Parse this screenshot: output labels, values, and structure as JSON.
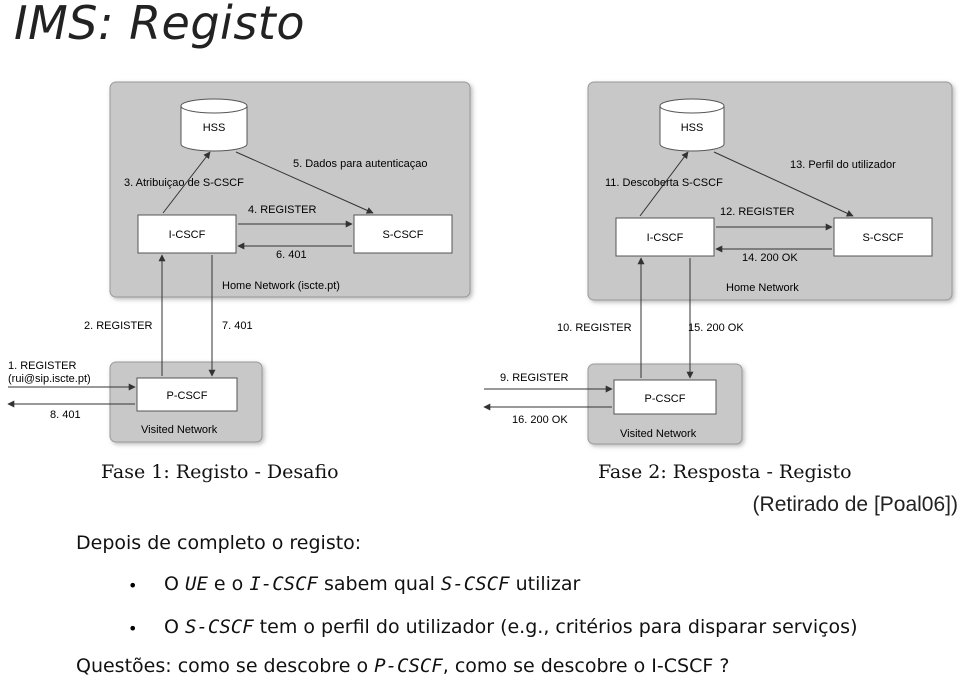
{
  "title": "IMS: Registo",
  "phase1": {
    "hss": "HSS",
    "icscf": "I-CSCF",
    "scscf": "S-CSCF",
    "pcscf": "P-CSCF",
    "home_network": "Home Network (iscte.pt)",
    "visited_network": "Visited Network",
    "msg_register_ue": "1. REGISTER",
    "msg_ue_address": "(rui@sip.iscte.pt)",
    "msg_register_p": "2. REGISTER",
    "msg_assign_scscf": "3. Atribuiçao de S-CSCF",
    "msg_register_i": "4. REGISTER",
    "msg_auth_data": "5. Dados para autenticaçao",
    "msg_401_s": "6. 401",
    "msg_401_i": "7. 401",
    "msg_401_p": "8. 401",
    "caption": "Fase 1: Registo - Desafio"
  },
  "phase2": {
    "hss": "HSS",
    "icscf": "I-CSCF",
    "scscf": "S-CSCF",
    "pcscf": "P-CSCF",
    "home_network": "Home Network",
    "visited_network": "Visited Network",
    "msg_register_ue": "9. REGISTER",
    "msg_register_p": "10. REGISTER",
    "msg_discover_scscf": "11. Descoberta S-CSCF",
    "msg_register_i": "12. REGISTER",
    "msg_user_profile": "13. Perfil do utilizador",
    "msg_200_s": "14. 200 OK",
    "msg_200_i": "15. 200 OK",
    "msg_200_p": "16. 200 OK",
    "caption": "Fase 2: Resposta - Registo"
  },
  "credit": "(Retirado de [Poal06])",
  "after_heading": "Depois de completo o registo:",
  "bullet1": {
    "a": "O ",
    "ue": "UE",
    "b": " e o ",
    "icscf": "I-CSCF",
    "c": " sabem qual ",
    "scscf": "S-CSCF",
    "d": " utilizar"
  },
  "bullet2": {
    "a": "O ",
    "scscf": "S-CSCF",
    "b": " tem o perfil do utilizador (e.g., critérios para disparar serviços)"
  },
  "questions": {
    "a": "Questões: como se descobre o ",
    "pcscf": "P-CSCF",
    "b": ", como se descobre o I-CSCF ?"
  },
  "colors": {
    "network_fill": "#c8c8c8",
    "box_fill": "#ffffff",
    "box_stroke": "#555555"
  }
}
